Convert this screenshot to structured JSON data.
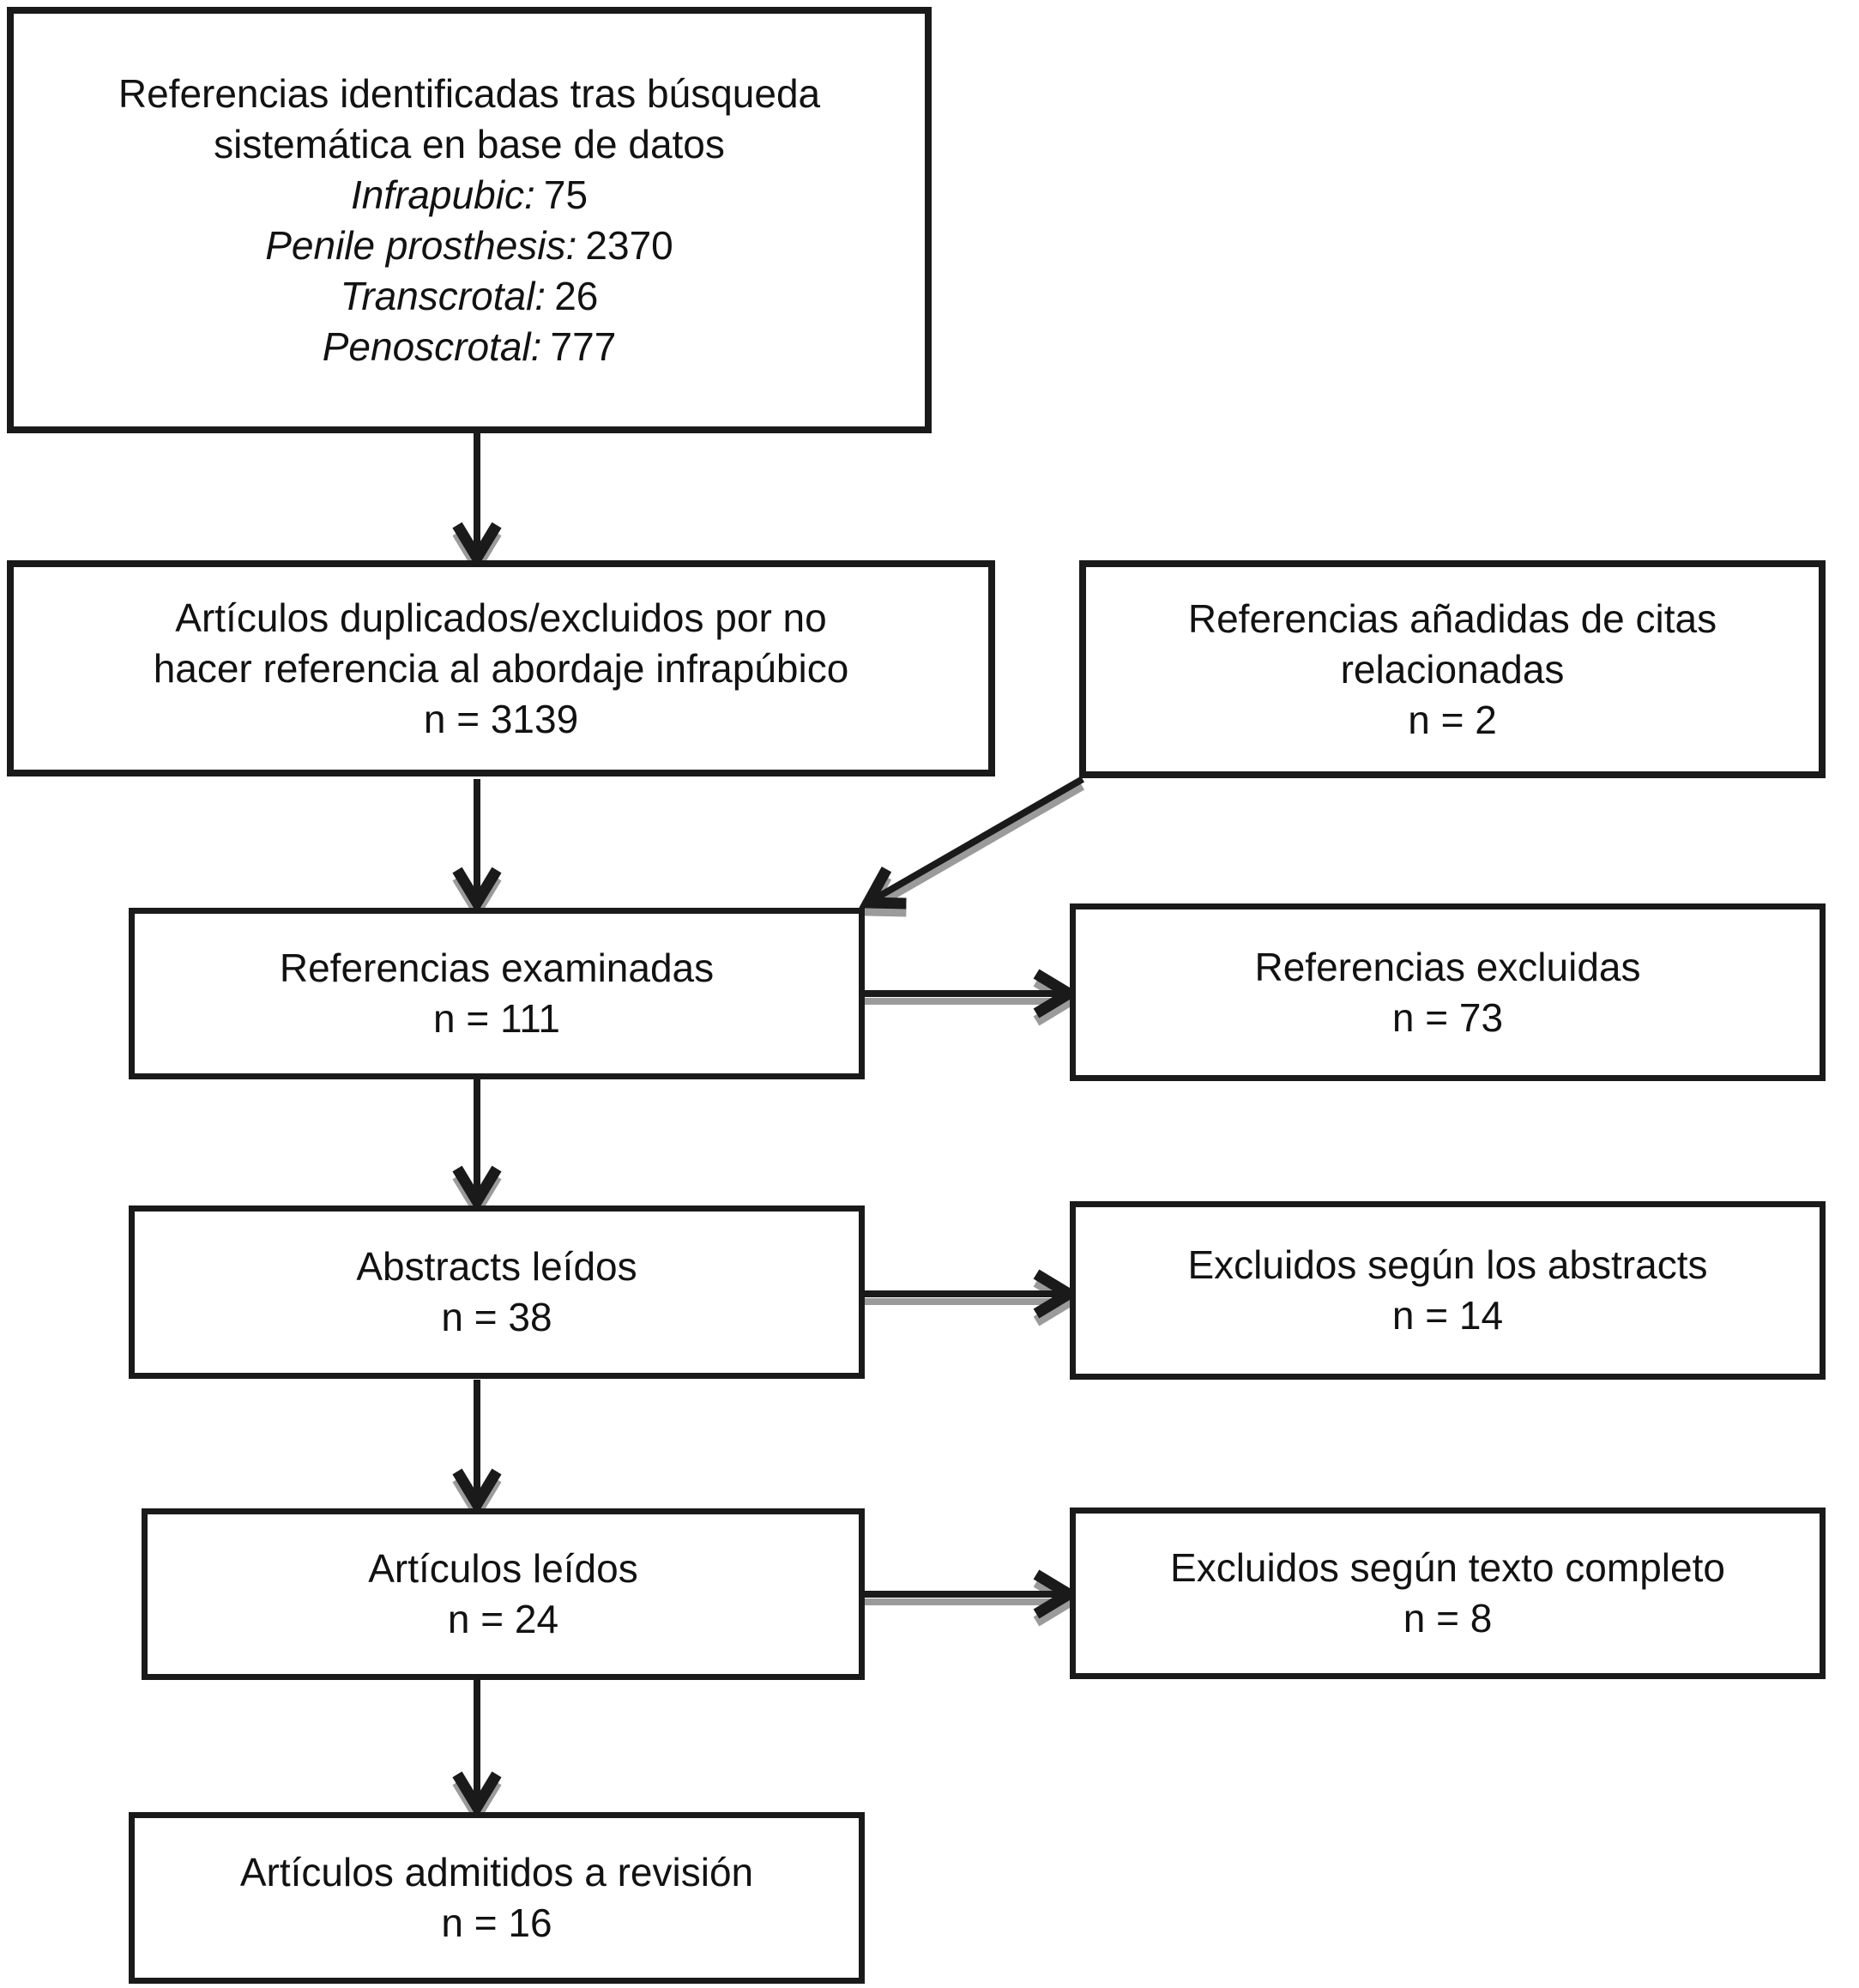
{
  "diagram": {
    "background_color": "#ffffff",
    "box_border_color": "#1a1a1a",
    "text_color": "#121212",
    "arrow_color": "#1a1a1a",
    "arrow_shadow_color": "#9b9b9b",
    "boxes": {
      "identified": {
        "line1": "Referencias identificadas tras búsqueda",
        "line2": "sistemática en base de datos",
        "items": [
          {
            "label": "Infrapubic:",
            "value": "75"
          },
          {
            "label": "Penile prosthesis:",
            "value": "2370"
          },
          {
            "label": "Transcrotal:",
            "value": "26"
          },
          {
            "label": "Penoscrotal:",
            "value": "777"
          }
        ]
      },
      "duplicates": {
        "line1": "Artículos duplicados/excluidos por no",
        "line2": "hacer referencia al abordaje infrapúbico",
        "count": "n = 3139"
      },
      "added": {
        "line1": "Referencias añadidas de citas",
        "line2": "relacionadas",
        "count": "n = 2"
      },
      "examined": {
        "title": "Referencias examinadas",
        "count": "n = 111"
      },
      "excluded_refs": {
        "title": "Referencias excluidas",
        "count": "n = 73"
      },
      "abstracts": {
        "title": "Abstracts leídos",
        "count": "n = 38"
      },
      "excluded_abstracts": {
        "title": "Excluidos según los abstracts",
        "count": "n = 14"
      },
      "articles": {
        "title": "Artículos leídos",
        "count": "n = 24"
      },
      "excluded_fulltext": {
        "title": "Excluidos según texto completo",
        "count": "n = 8"
      },
      "admitted": {
        "title": "Artículos admitidos a revisión",
        "count": "n = 16"
      }
    }
  }
}
